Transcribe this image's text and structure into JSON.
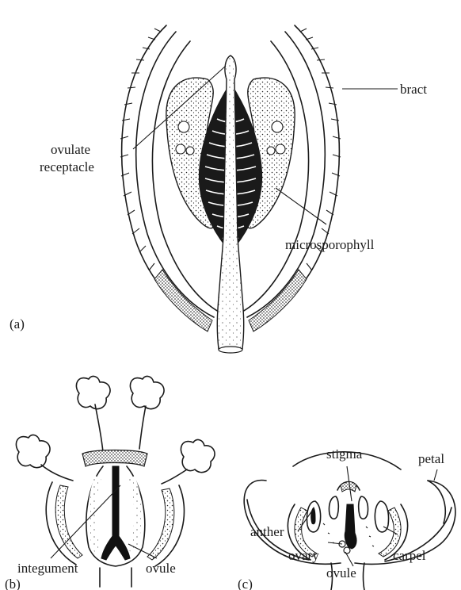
{
  "panels": {
    "a": {
      "letter": "(a)",
      "labels": {
        "bract": "bract",
        "ovulate_receptacle_line1": "ovulate",
        "ovulate_receptacle_line2": "receptacle",
        "microsporophyll": "microsporophyll"
      }
    },
    "b": {
      "letter": "(b)",
      "labels": {
        "integument": "integument",
        "ovule": "ovule"
      }
    },
    "c": {
      "letter": "(c)",
      "labels": {
        "stigma": "stigma",
        "petal": "petal",
        "anther": "anther",
        "ovary": "ovary",
        "ovule": "ovule",
        "carpel": "carpel"
      }
    }
  }
}
